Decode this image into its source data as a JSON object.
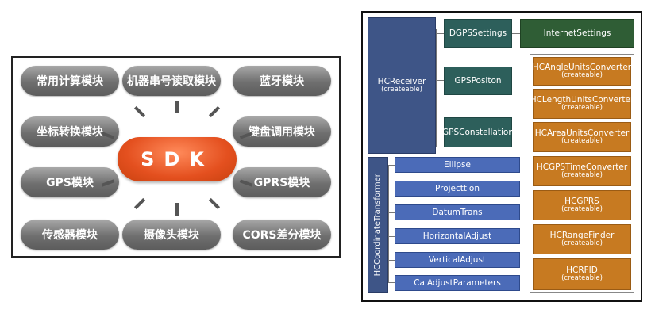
{
  "sdk_diagram": {
    "center": "SDK",
    "modules": [
      "常用计算模块",
      "机器串号读取模块",
      "蓝牙模块",
      "坐标转换模块",
      "键盘调用模块",
      "GPS模块",
      "GPRS模块",
      "传感器模块",
      "摄像头模块",
      "CORS差分模块"
    ]
  },
  "class_diagram": {
    "receiver": {
      "name": "HCReceiver",
      "note": "(createable)"
    },
    "receiver_children": [
      "DGPSSettings",
      "GPSPositon",
      "GPSConstellation"
    ],
    "internet": "InternetSettings",
    "transformer": "HCCoordinateTransformer",
    "transformer_children": [
      "Ellipse",
      "Projecttion",
      "DatumTrans",
      "HorizontalAdjust",
      "VerticalAdjust",
      "CalAdjustParameters"
    ],
    "converters": [
      {
        "name": "HCAngleUnitsConverter",
        "note": "(createable)"
      },
      {
        "name": "HCLengthUnitsConverter",
        "note": "(createable)"
      },
      {
        "name": "HCAreaUnitsConverter",
        "note": "(createable)"
      },
      {
        "name": "HCGPSTimeConverter",
        "note": "(createable)"
      },
      {
        "name": "HCGPRS",
        "note": "(createable)"
      },
      {
        "name": "HCRangeFinder",
        "note": "(createable)"
      },
      {
        "name": "HCRFID",
        "note": "(createable)"
      }
    ]
  },
  "colors": {
    "sdk": "#e4501f",
    "module": "#6f6f6f",
    "receiver": "#3e5587",
    "teal": "#2d5f5b",
    "internet": "#2f5d35",
    "method": "#4b6bb8",
    "converter": "#c77a21"
  }
}
